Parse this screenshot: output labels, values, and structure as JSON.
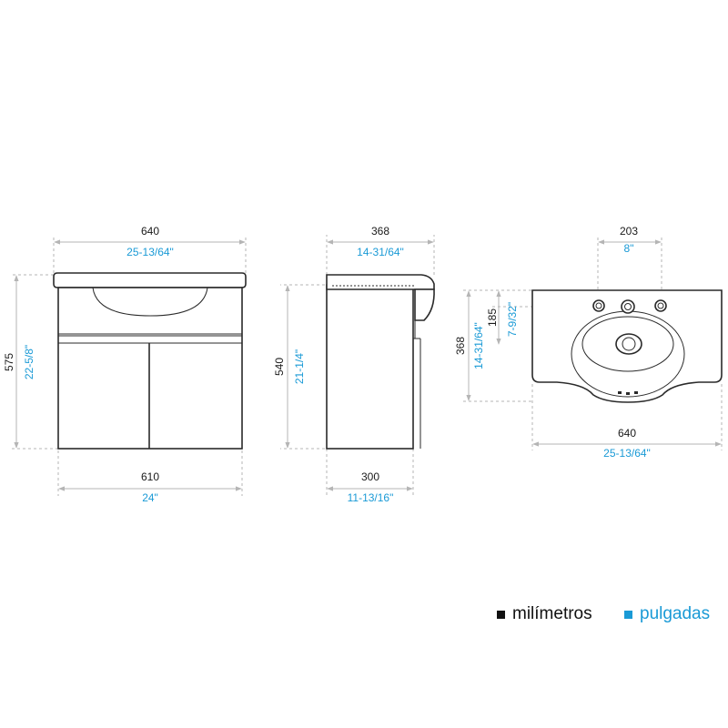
{
  "front_view": {
    "top_width_mm": "640",
    "top_width_in": "25-13/64\"",
    "bottom_width_mm": "610",
    "bottom_width_in": "24\"",
    "height_mm": "575",
    "height_in": "22-5/8\""
  },
  "side_view": {
    "top_depth_mm": "368",
    "top_depth_in": "14-31/64\"",
    "bottom_depth_mm": "300",
    "bottom_depth_in": "11-13/16\"",
    "height_mm": "540",
    "height_in": "21-1/4\""
  },
  "top_view": {
    "hole_spacing_mm": "203",
    "hole_spacing_in": "8\"",
    "hole_offset_mm": "185",
    "hole_offset_in": "7-9/32\"",
    "depth_mm": "368",
    "depth_in": "14-31/64\"",
    "width_mm": "640",
    "width_in": "25-13/64\""
  },
  "legend": {
    "mm_label": "milímetros",
    "mm_color": "#111111",
    "in_label": "pulgadas",
    "in_color": "#1a9ad6"
  }
}
